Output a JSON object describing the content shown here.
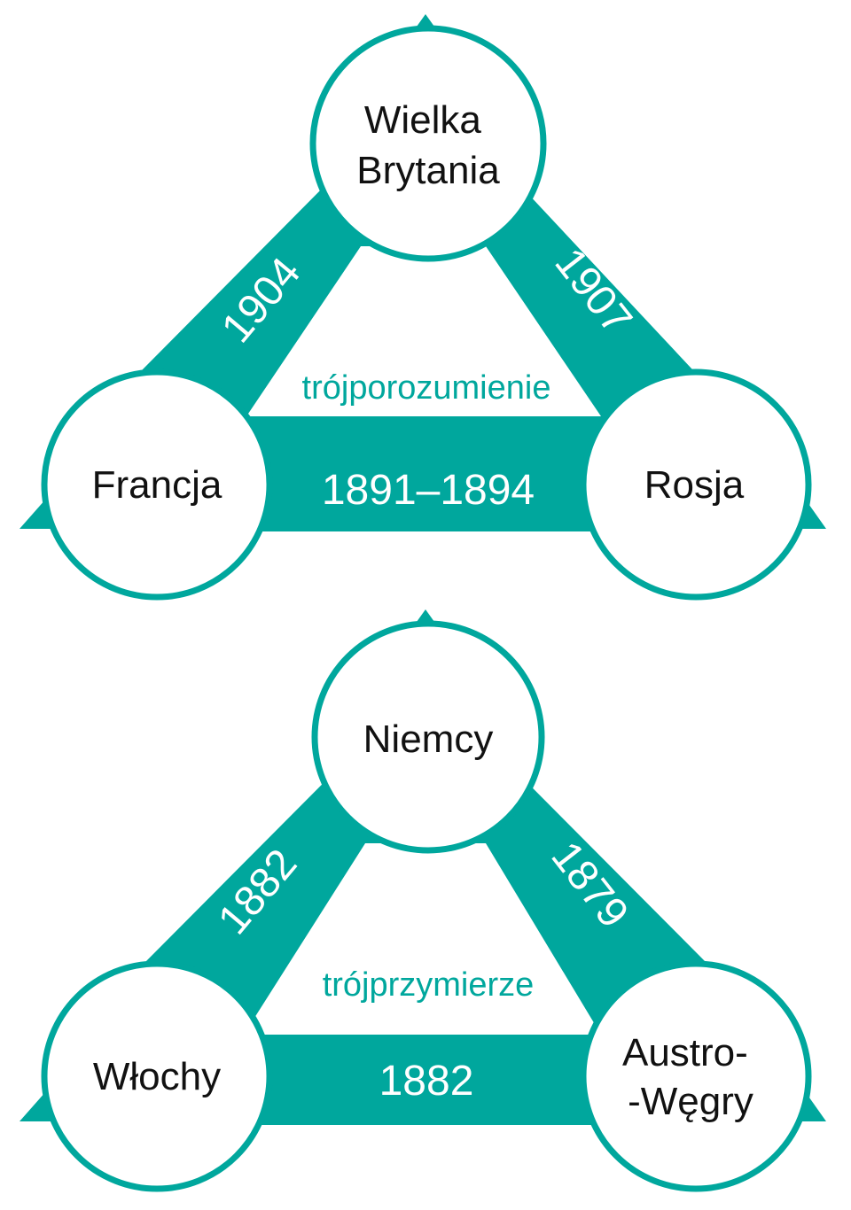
{
  "colors": {
    "accent": "#00a79d",
    "node_fill": "#ffffff",
    "text_dark": "#111111",
    "text_light": "#ffffff"
  },
  "entente": {
    "caption": "trójporozumienie",
    "top": [
      "Wielka",
      "Brytania"
    ],
    "left": "Francja",
    "right": "Rosja",
    "year_left": "1904",
    "year_right": "1907",
    "year_bottom": "1891–1894"
  },
  "alliance": {
    "caption": "trójprzymierze",
    "top": "Niemcy",
    "left": "Włochy",
    "right": [
      "Austro-",
      "-Węgry"
    ],
    "year_left": "1882",
    "year_right": "1879",
    "year_bottom": "1882"
  }
}
